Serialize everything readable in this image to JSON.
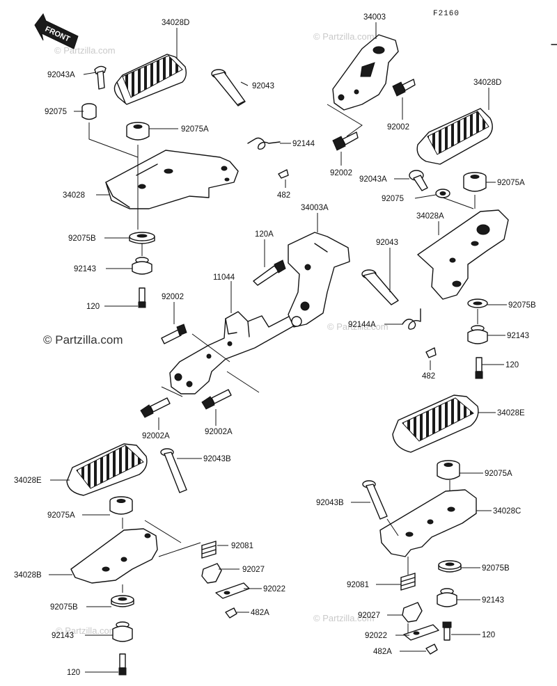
{
  "figure_code": "F2160",
  "front_label": "FRONT",
  "watermark": "© Partzilla.com",
  "icons": {
    "front_arrow": "front-arrow-icon"
  },
  "labels": [
    {
      "id": "l01",
      "text": "34028D"
    },
    {
      "id": "l02",
      "text": "92043A"
    },
    {
      "id": "l03",
      "text": "92043"
    },
    {
      "id": "l04",
      "text": "92075"
    },
    {
      "id": "l05",
      "text": "92075A"
    },
    {
      "id": "l06",
      "text": "92144"
    },
    {
      "id": "l07",
      "text": "34028"
    },
    {
      "id": "l08",
      "text": "482"
    },
    {
      "id": "l09",
      "text": "92075B"
    },
    {
      "id": "l10",
      "text": "120A"
    },
    {
      "id": "l11",
      "text": "92143"
    },
    {
      "id": "l12",
      "text": "11044"
    },
    {
      "id": "l13",
      "text": "120"
    },
    {
      "id": "l14",
      "text": "92002"
    },
    {
      "id": "l15",
      "text": "92002A"
    },
    {
      "id": "l16",
      "text": "92002A"
    },
    {
      "id": "l17",
      "text": "92043B"
    },
    {
      "id": "l18",
      "text": "34028E"
    },
    {
      "id": "l19",
      "text": "92075A"
    },
    {
      "id": "l20",
      "text": "92081"
    },
    {
      "id": "l21",
      "text": "92027"
    },
    {
      "id": "l22",
      "text": "34028B"
    },
    {
      "id": "l23",
      "text": "92022"
    },
    {
      "id": "l24",
      "text": "92075B"
    },
    {
      "id": "l25",
      "text": "482A"
    },
    {
      "id": "l26",
      "text": "92143"
    },
    {
      "id": "l27",
      "text": "120"
    },
    {
      "id": "r01",
      "text": "34003"
    },
    {
      "id": "r02",
      "text": "34028D"
    },
    {
      "id": "r03",
      "text": "92002"
    },
    {
      "id": "r04",
      "text": "92002"
    },
    {
      "id": "r05",
      "text": "92043A"
    },
    {
      "id": "r06",
      "text": "92075A"
    },
    {
      "id": "r07",
      "text": "92075"
    },
    {
      "id": "r08",
      "text": "34003A"
    },
    {
      "id": "r09",
      "text": "34028A"
    },
    {
      "id": "r10",
      "text": "92043"
    },
    {
      "id": "r11",
      "text": "92075B"
    },
    {
      "id": "r12",
      "text": "92144A"
    },
    {
      "id": "r13",
      "text": "92143"
    },
    {
      "id": "r14",
      "text": "482"
    },
    {
      "id": "r15",
      "text": "120"
    },
    {
      "id": "r16",
      "text": "34028E"
    },
    {
      "id": "r17",
      "text": "92075A"
    },
    {
      "id": "r18",
      "text": "92043B"
    },
    {
      "id": "r19",
      "text": "34028C"
    },
    {
      "id": "r20",
      "text": "92075B"
    },
    {
      "id": "r21",
      "text": "92081"
    },
    {
      "id": "r22",
      "text": "92143"
    },
    {
      "id": "r23",
      "text": "92027"
    },
    {
      "id": "r24",
      "text": "92022"
    },
    {
      "id": "r25",
      "text": "120"
    },
    {
      "id": "r26",
      "text": "482A"
    }
  ]
}
